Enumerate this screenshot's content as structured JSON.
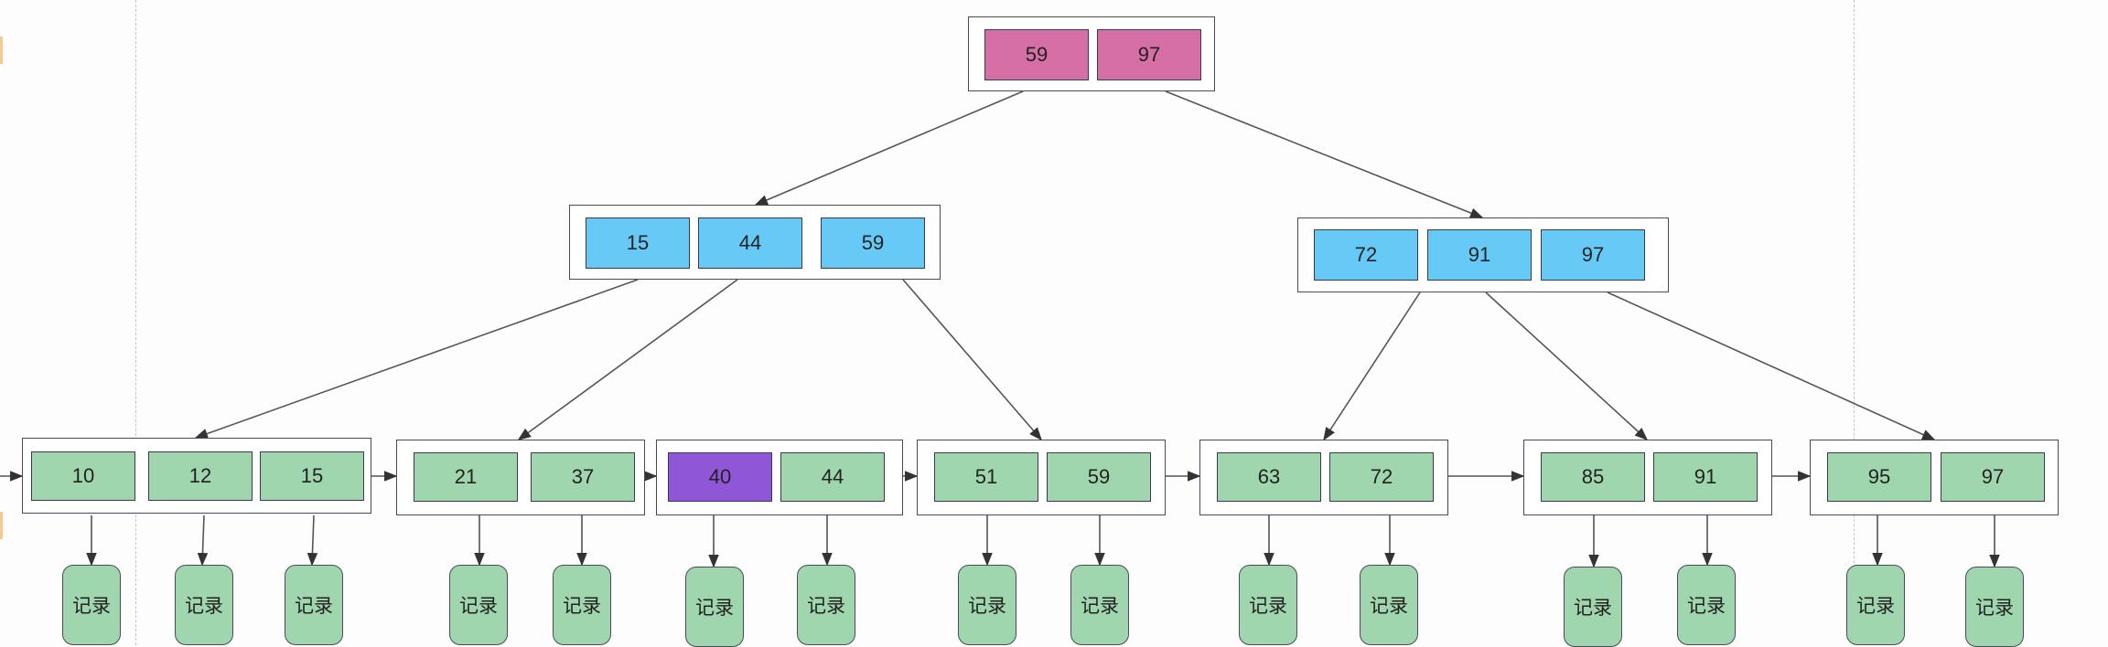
{
  "colors": {
    "root_key": "#d66fa6",
    "internal_key": "#66c9f6",
    "leaf_key": "#a0d6ae",
    "highlight_key": "#9056d8",
    "record": "#a0d6ae",
    "line": "#555555"
  },
  "root": {
    "keys": [
      "59",
      "97"
    ]
  },
  "internal_nodes": [
    {
      "keys": [
        "15",
        "44",
        "59"
      ]
    },
    {
      "keys": [
        "72",
        "91",
        "97"
      ]
    }
  ],
  "leaves": [
    {
      "keys": [
        "10",
        "12",
        "15"
      ]
    },
    {
      "keys": [
        "21",
        "37"
      ]
    },
    {
      "keys": [
        "40",
        "44"
      ],
      "highlight_key_index": 0
    },
    {
      "keys": [
        "51",
        "59"
      ]
    },
    {
      "keys": [
        "63",
        "72"
      ]
    },
    {
      "keys": [
        "85",
        "91"
      ]
    },
    {
      "keys": [
        "95",
        "97"
      ]
    }
  ],
  "record_label": "记录"
}
